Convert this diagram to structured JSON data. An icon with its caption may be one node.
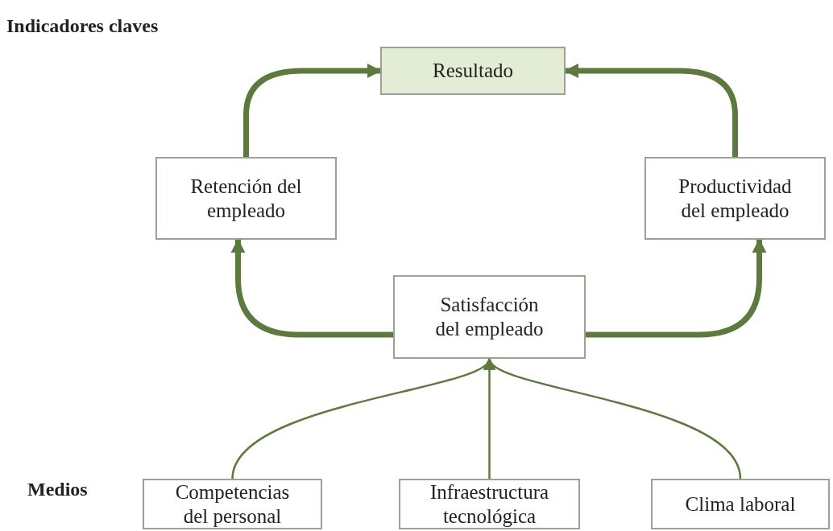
{
  "diagram": {
    "nodes": [
      {
        "text": [
          "Resultado"
        ]
      },
      {
        "text": [
          "Retención del empleado"
        ]
      },
      {
        "text": [
          "Productividad del empleado"
        ]
      },
      {
        "text": [
          "Satisfacción del empleado"
        ]
      },
      {
        "text": [
          "Competencias del personal"
        ]
      },
      {
        "text": [
          "Infraestructura tecnológica"
        ]
      },
      {
        "text": [
          "Clima laboral"
        ]
      }
    ],
    "edges": [
      {
        "from": 1,
        "to": 0,
        "arrow": "to"
      },
      {
        "from": 2,
        "to": 0,
        "arrow": "to"
      },
      {
        "from": 3,
        "to": 1,
        "arrow": "to"
      },
      {
        "from": 3,
        "to": 2,
        "arrow": "to"
      },
      {
        "from": 4,
        "to": 3,
        "arrow": "to"
      },
      {
        "from": 5,
        "to": 3,
        "arrow": "to"
      },
      {
        "from": 6,
        "to": 3,
        "arrow": "to"
      }
    ],
    "labels": [
      "Indicadores claves",
      "Medios"
    ]
  }
}
